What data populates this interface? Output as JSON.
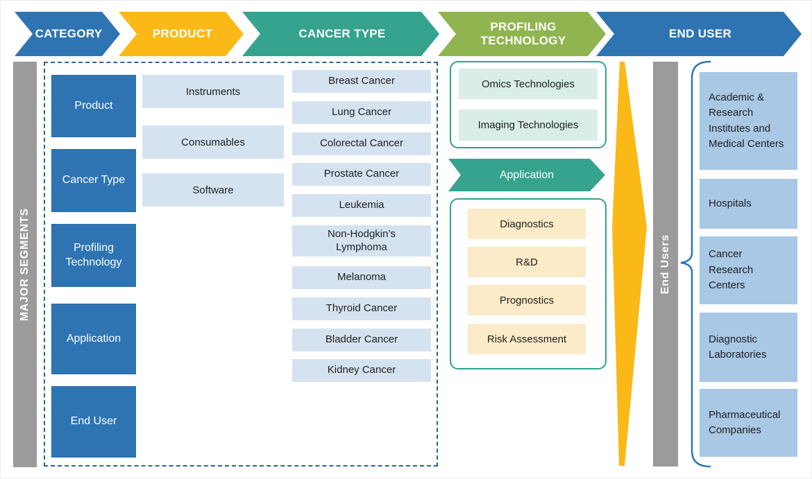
{
  "header": {
    "arrows": [
      {
        "label": "CATEGORY",
        "color": "#2E74B2"
      },
      {
        "label": "PRODUCT",
        "color": "#FBB917"
      },
      {
        "label": "CANCER TYPE",
        "color": "#35A38D"
      },
      {
        "label": "PROFILING TECHNOLOGY",
        "color": "#90B450"
      },
      {
        "label": "END USER",
        "color": "#2E74B2"
      }
    ]
  },
  "left_rail_label": "MAJOR SEGMENTS",
  "category_column": [
    "Product",
    "Cancer Type",
    "Profiling Technology",
    "Application",
    "End User"
  ],
  "product_column": [
    "Instruments",
    "Consumables",
    "Software"
  ],
  "cancer_type_column": [
    "Breast Cancer",
    "Lung Cancer",
    "Colorectal Cancer",
    "Prostate Cancer",
    "Leukemia",
    "Non-Hodgkin’s Lymphoma",
    "Melanoma",
    "Thyroid Cancer",
    "Bladder Cancer",
    "Kidney Cancer"
  ],
  "profiling_technology": {
    "technologies": [
      "Omics Technologies",
      "Imaging Technologies"
    ],
    "application_arrow_label": "Application",
    "applications": [
      "Diagnostics",
      "R&D",
      "Prognostics",
      "Risk Assessment"
    ]
  },
  "end_user": {
    "rail_label": "End Users",
    "items": [
      "Academic & Research Institutes and Medical Centers",
      "Hospitals",
      "Cancer Research Centers",
      "Diagnostic Laboratories",
      "Pharmaceutical Companies"
    ]
  },
  "colors": {
    "blue": "#2E74B2",
    "yellow": "#FBB917",
    "teal": "#35A38D",
    "olive": "#90B450",
    "rail_gray": "#9B9B9B",
    "light_blue_box": "#D5E3F1",
    "end_user_box": "#A9C8E6",
    "mint_box": "#D8EEE7",
    "cream_box": "#FCEBC8",
    "dashed_border": "#30609B",
    "bracket_blue": "#2E74B8"
  }
}
